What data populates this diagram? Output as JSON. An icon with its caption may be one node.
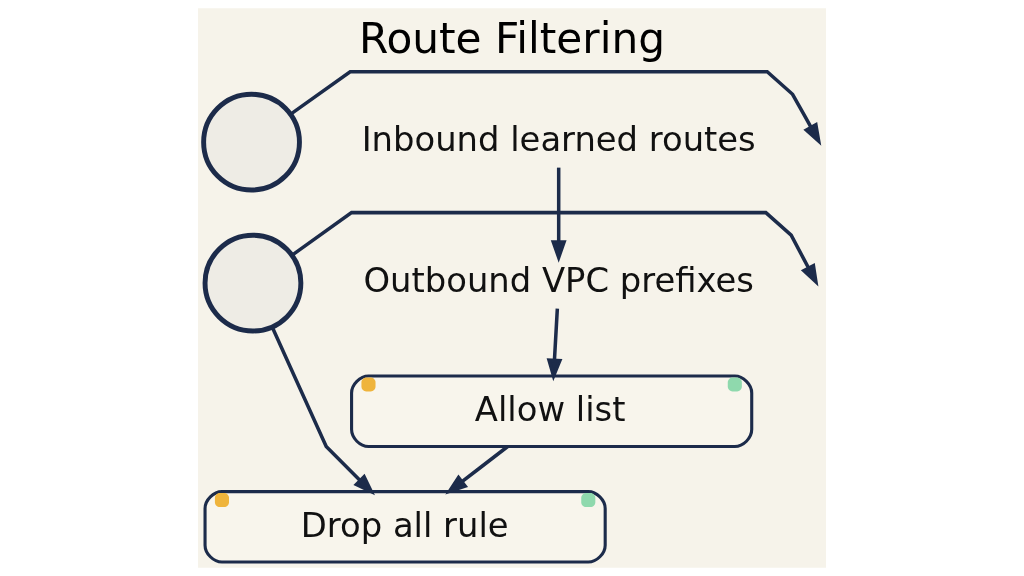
{
  "diagram": {
    "title": "Route Filtering",
    "nodes": [
      {
        "text": [],
        "shape": "circle"
      },
      {
        "text": [
          "Inbound learned routes"
        ]
      },
      {
        "text": [],
        "shape": "circle"
      },
      {
        "text": [
          "Outbound VPC prefixes"
        ]
      },
      {
        "text": [
          "Allow list"
        ]
      },
      {
        "text": [
          "Drop all rule"
        ]
      }
    ],
    "edges": [
      {
        "from": 0,
        "to": null,
        "arrow": "to"
      },
      {
        "from": 1,
        "to": 3,
        "arrow": "to"
      },
      {
        "from": 2,
        "to": null,
        "arrow": "to"
      },
      {
        "from": 3,
        "to": 4,
        "arrow": "to"
      },
      {
        "from": 4,
        "to": 5,
        "arrow": "to"
      },
      {
        "from": 2,
        "to": 5,
        "arrow": "to"
      }
    ]
  }
}
